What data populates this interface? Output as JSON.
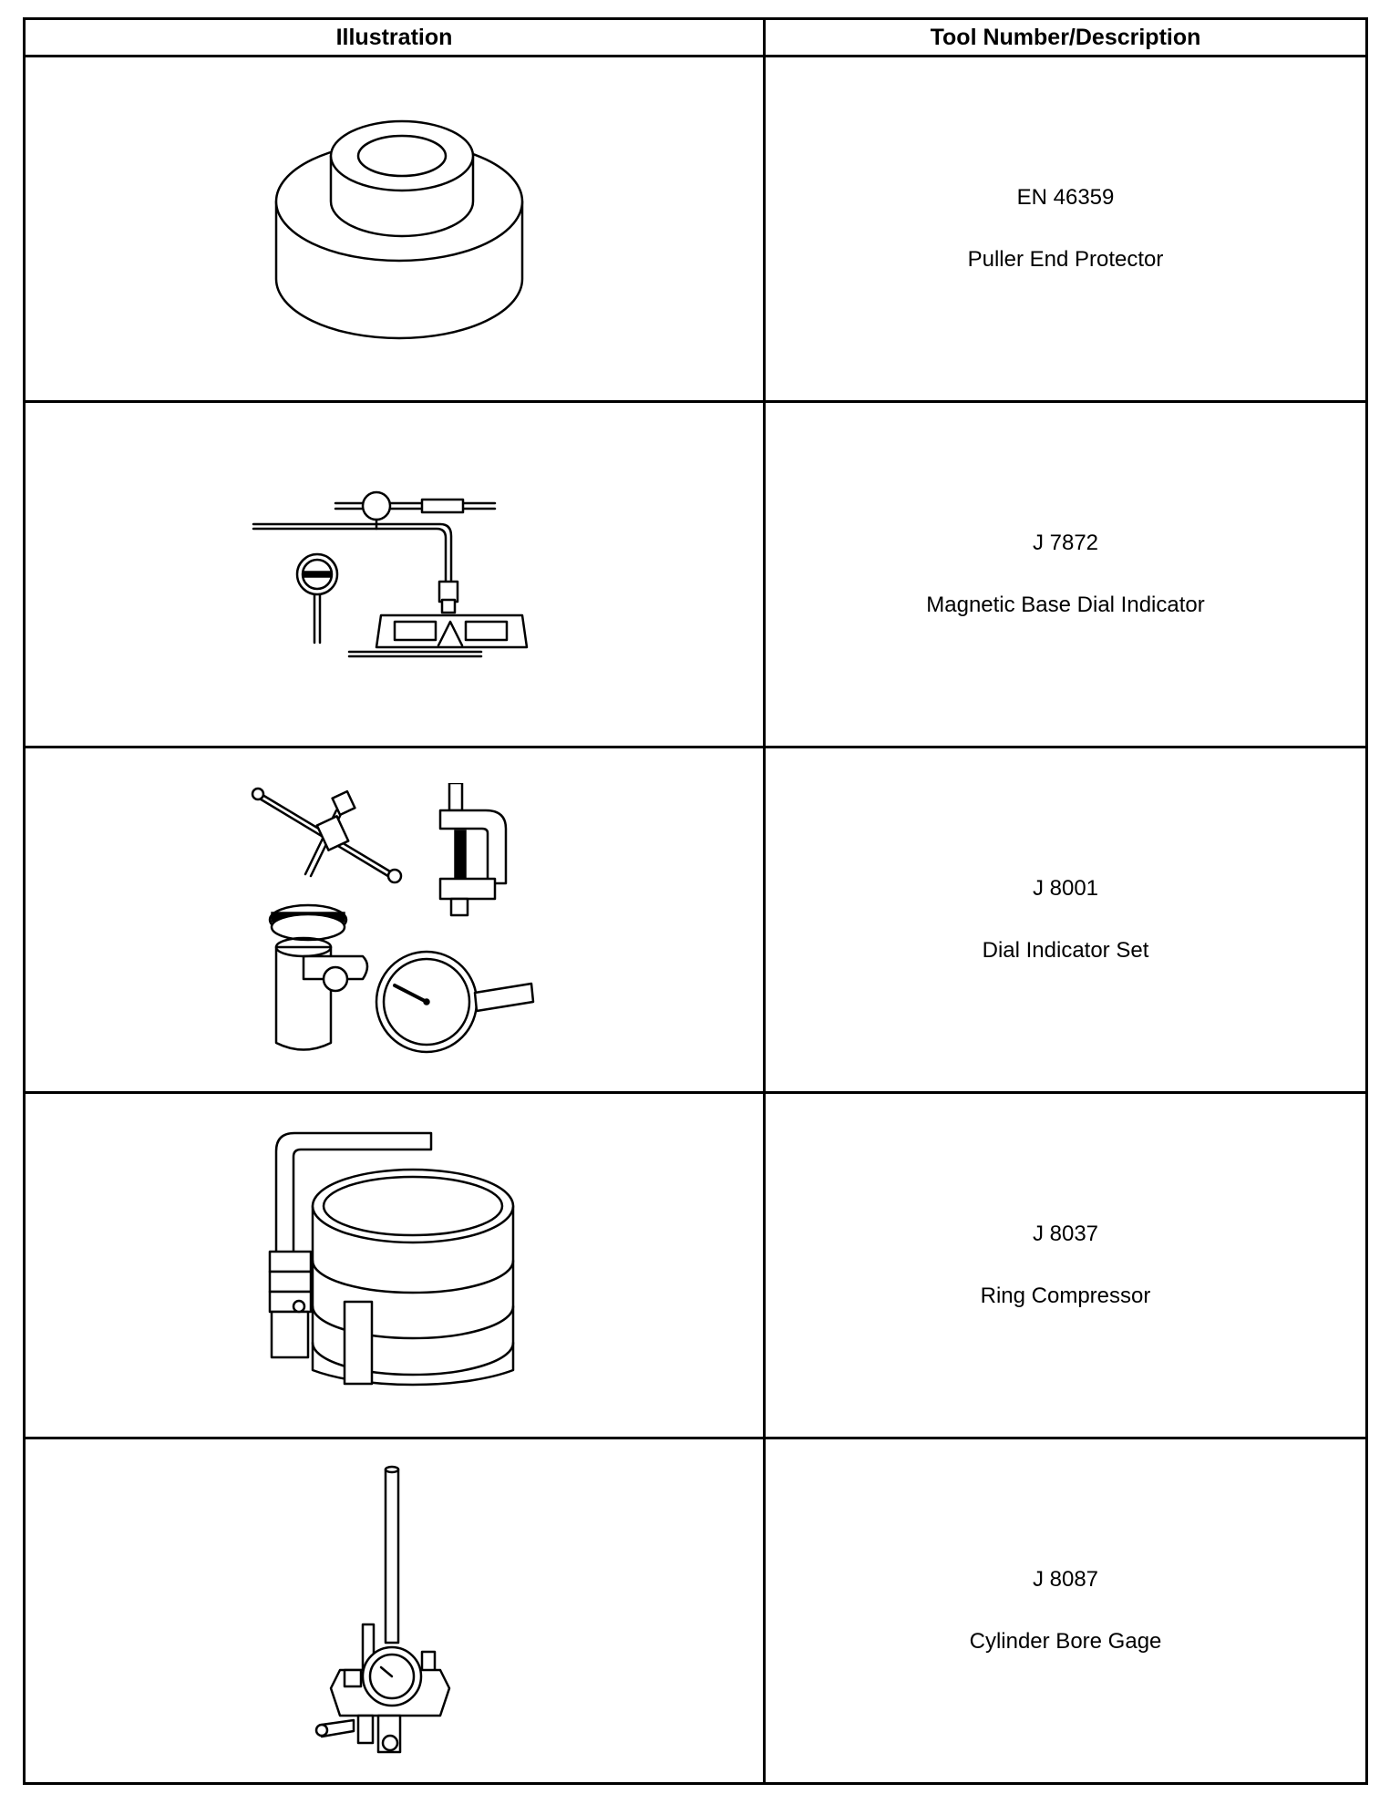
{
  "table": {
    "headers": {
      "illustration": "Illustration",
      "description": "Tool Number/Description"
    },
    "rows": [
      {
        "tool_number": "EN 46359",
        "description": "Puller End Protector",
        "icon": "puller-end-protector-icon"
      },
      {
        "tool_number": "J 7872",
        "description": "Magnetic Base Dial Indicator",
        "icon": "magnetic-base-dial-indicator-icon"
      },
      {
        "tool_number": "J 8001",
        "description": "Dial Indicator Set",
        "icon": "dial-indicator-set-icon"
      },
      {
        "tool_number": "J 8037",
        "description": "Ring Compressor",
        "icon": "ring-compressor-icon"
      },
      {
        "tool_number": "J 8087",
        "description": "Cylinder Bore Gage",
        "icon": "cylinder-bore-gage-icon"
      }
    ]
  }
}
